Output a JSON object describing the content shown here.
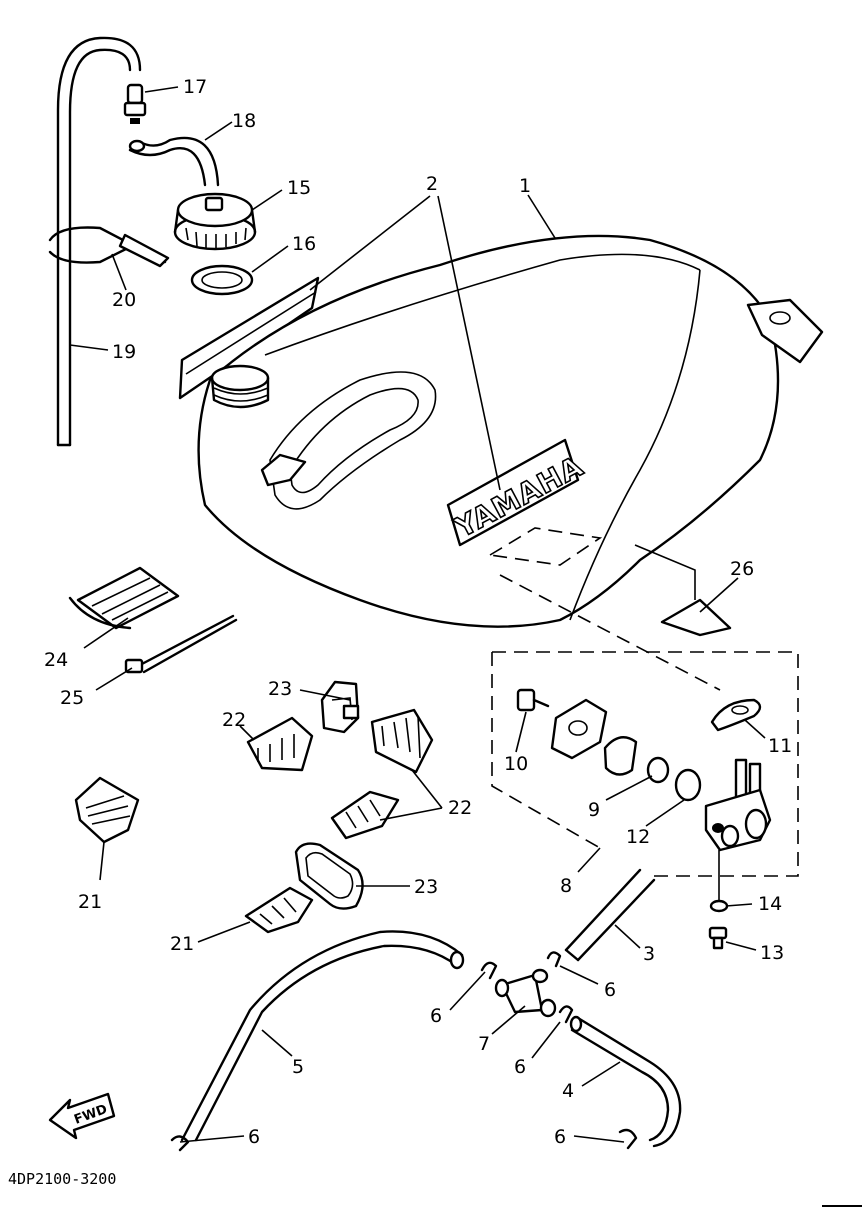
{
  "diagram": {
    "drawing_code": "4DP2100-3200",
    "fwd_label": "FWD",
    "logo_text": "YAMAHA",
    "callouts": [
      "1",
      "2",
      "3",
      "4",
      "5",
      "6",
      "6",
      "6",
      "6",
      "6",
      "7",
      "8",
      "9",
      "10",
      "11",
      "12",
      "13",
      "14",
      "15",
      "16",
      "17",
      "18",
      "19",
      "20",
      "21",
      "21",
      "22",
      "22",
      "23",
      "23",
      "24",
      "25",
      "26"
    ]
  }
}
